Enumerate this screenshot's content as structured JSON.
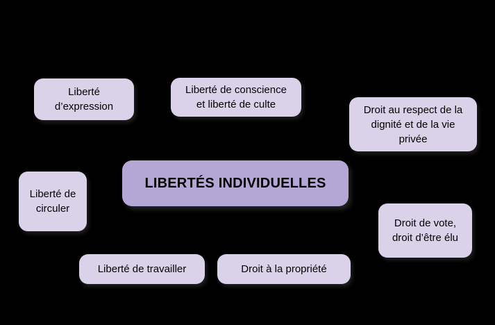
{
  "diagram": {
    "title": "LIBERTÉS INDIVIDUELLES",
    "colors": {
      "background": "#000000",
      "center_fill": "#b4a7d6",
      "node_fill": "#d9d2e9",
      "text": "#000000"
    },
    "nodes": {
      "expression": {
        "label": "Liberté\nd’expression"
      },
      "conscience": {
        "label": "Liberté de conscience\net liberté de culte"
      },
      "dignite": {
        "label": "Droit au respect de la\ndignité et de la vie\nprivée"
      },
      "circuler": {
        "label": "Liberté de\ncirculer"
      },
      "vote": {
        "label": "Droit de vote,\ndroit d’être élu"
      },
      "travailler": {
        "label": "Liberté de travailler"
      },
      "propriete": {
        "label": "Droit à la propriété"
      }
    }
  }
}
